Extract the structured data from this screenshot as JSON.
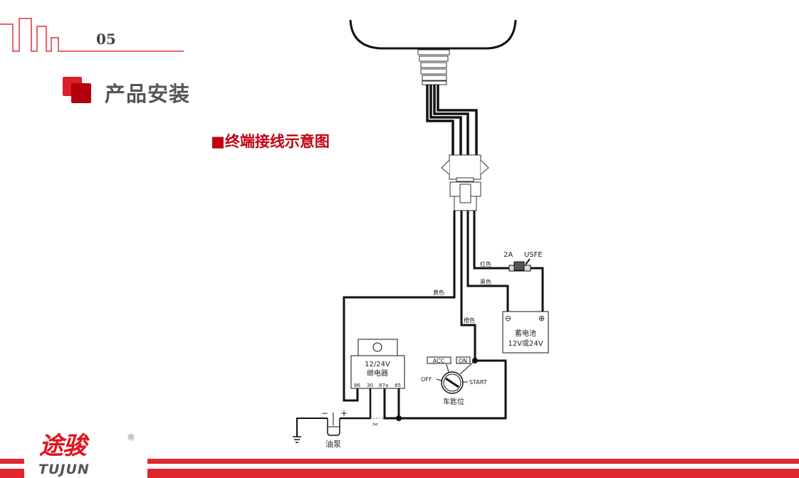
{
  "header": {
    "section_number": "05",
    "title": "产品安装",
    "subtitle": "■终端接线示意图"
  },
  "diagram": {
    "wire_labels": {
      "yellow": "黄色",
      "orange": "橙色",
      "black": "黑色",
      "red": "红色"
    },
    "fuse": {
      "rating": "2A",
      "type": "USFE"
    },
    "battery": {
      "name": "蓄电池",
      "voltage": "12V或24V",
      "minus": "⊖",
      "plus": "⊕"
    },
    "relay": {
      "voltage": "12/24V",
      "name": "继电器",
      "pins": [
        "86",
        "30",
        "87a",
        "85"
      ]
    },
    "ignition": {
      "acc": "ACC",
      "on": "ON",
      "off": "OFF",
      "start": "START",
      "name": "车匙位"
    },
    "pump": {
      "name": "油泵",
      "minus": "−",
      "plus": "+"
    }
  },
  "footer": {
    "logo_cn": "途骏",
    "logo_en": "TUJUN",
    "registered": "®"
  },
  "colors": {
    "brand_red": "#e0141e",
    "title_gray": "#555555",
    "subtitle_red": "#c00010"
  }
}
